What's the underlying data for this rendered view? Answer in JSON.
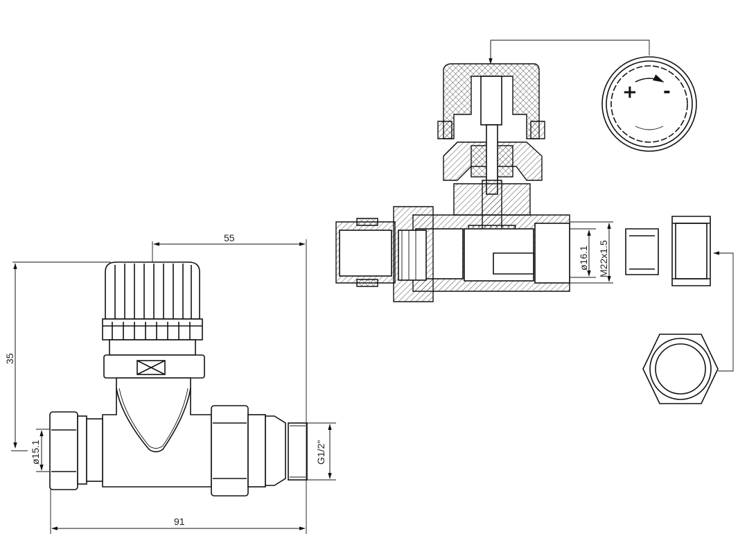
{
  "front_view": {
    "dim_width_top": "55",
    "dim_height": "35",
    "dim_pipe_diameter": "ø15.1",
    "dim_thread": "G1/2\"",
    "dim_total_length": "91"
  },
  "section_view": {
    "dim_bore_diameter": "ø16.1",
    "dim_thread": "M22x1.5"
  },
  "knob_detail": {
    "plus_symbol": "+",
    "minus_symbol": "-"
  }
}
